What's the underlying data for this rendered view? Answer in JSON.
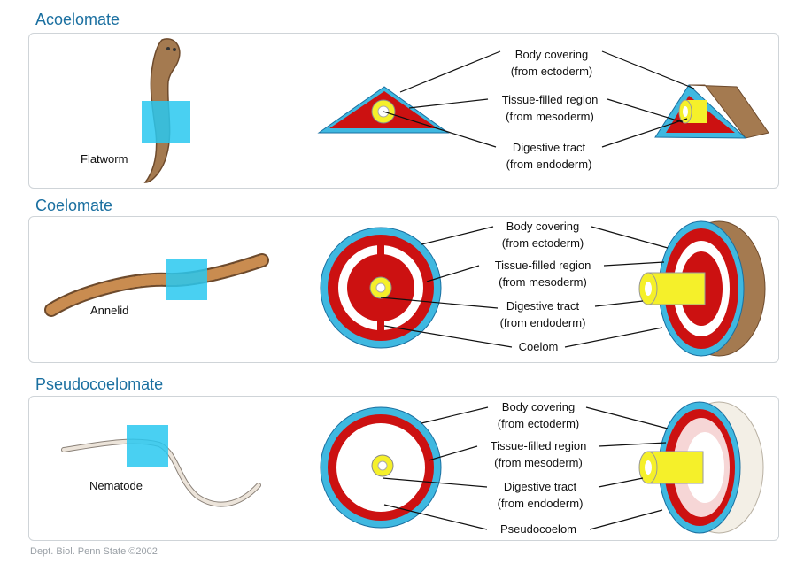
{
  "sections": [
    {
      "title": "Acoelomate",
      "animal": "Flatworm",
      "labels": [
        {
          "line1": "Body covering",
          "line2": "(from ectoderm)"
        },
        {
          "line1": "Tissue-filled region",
          "line2": "(from mesoderm)"
        },
        {
          "line1": "Digestive tract",
          "line2": "(from endoderm)"
        }
      ]
    },
    {
      "title": "Coelomate",
      "animal": "Annelid",
      "labels": [
        {
          "line1": "Body covering",
          "line2": "(from ectoderm)"
        },
        {
          "line1": "Tissue-filled region",
          "line2": "(from mesoderm)"
        },
        {
          "line1": "Digestive tract",
          "line2": "(from endoderm)"
        },
        {
          "line1": "Coelom",
          "line2": ""
        }
      ]
    },
    {
      "title": "Pseudocoelomate",
      "animal": "Nematode",
      "labels": [
        {
          "line1": "Body covering",
          "line2": "(from ectoderm)"
        },
        {
          "line1": "Tissue-filled region",
          "line2": "(from mesoderm)"
        },
        {
          "line1": "Digestive tract",
          "line2": "(from endoderm)"
        },
        {
          "line1": "Pseudocoelom",
          "line2": ""
        }
      ]
    }
  ],
  "footer": "Dept. Biol. Penn State ©2002",
  "colors": {
    "ectoderm": "#3fb8e0",
    "mesoderm": "#cc1111",
    "endoderm": "#f5f02a",
    "body_brown": "#a47a50",
    "highlight": "#29c8f0"
  }
}
